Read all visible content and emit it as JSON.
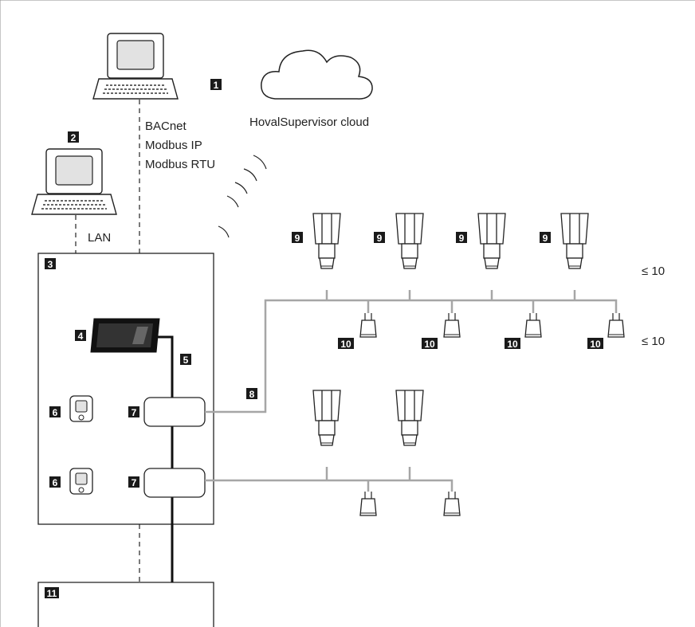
{
  "labels": {
    "protocols": [
      "BACnet",
      "Modbus IP",
      "Modbus RTU"
    ],
    "cloud": "HovalSupervisor cloud",
    "lan": "LAN",
    "limit_units": "≤ 10",
    "limit_sensors": "≤ 10"
  },
  "badges": {
    "cloud": "1",
    "laptop": "2",
    "cabinet": "3",
    "display": "4",
    "cable": "5",
    "room_unit_1": "6",
    "room_unit_2": "6",
    "zone_controller_1": "7",
    "zone_controller_2": "7",
    "bus": "8",
    "unit_1": "9",
    "unit_2": "9",
    "unit_3": "9",
    "unit_4": "9",
    "sensor_1": "10",
    "sensor_2": "10",
    "sensor_3": "10",
    "sensor_4": "10",
    "bottom_cabinet": "11"
  },
  "colors": {
    "line": "#1a1a1a",
    "bus": "#a6a6a6",
    "border": "#8c8c8c"
  }
}
